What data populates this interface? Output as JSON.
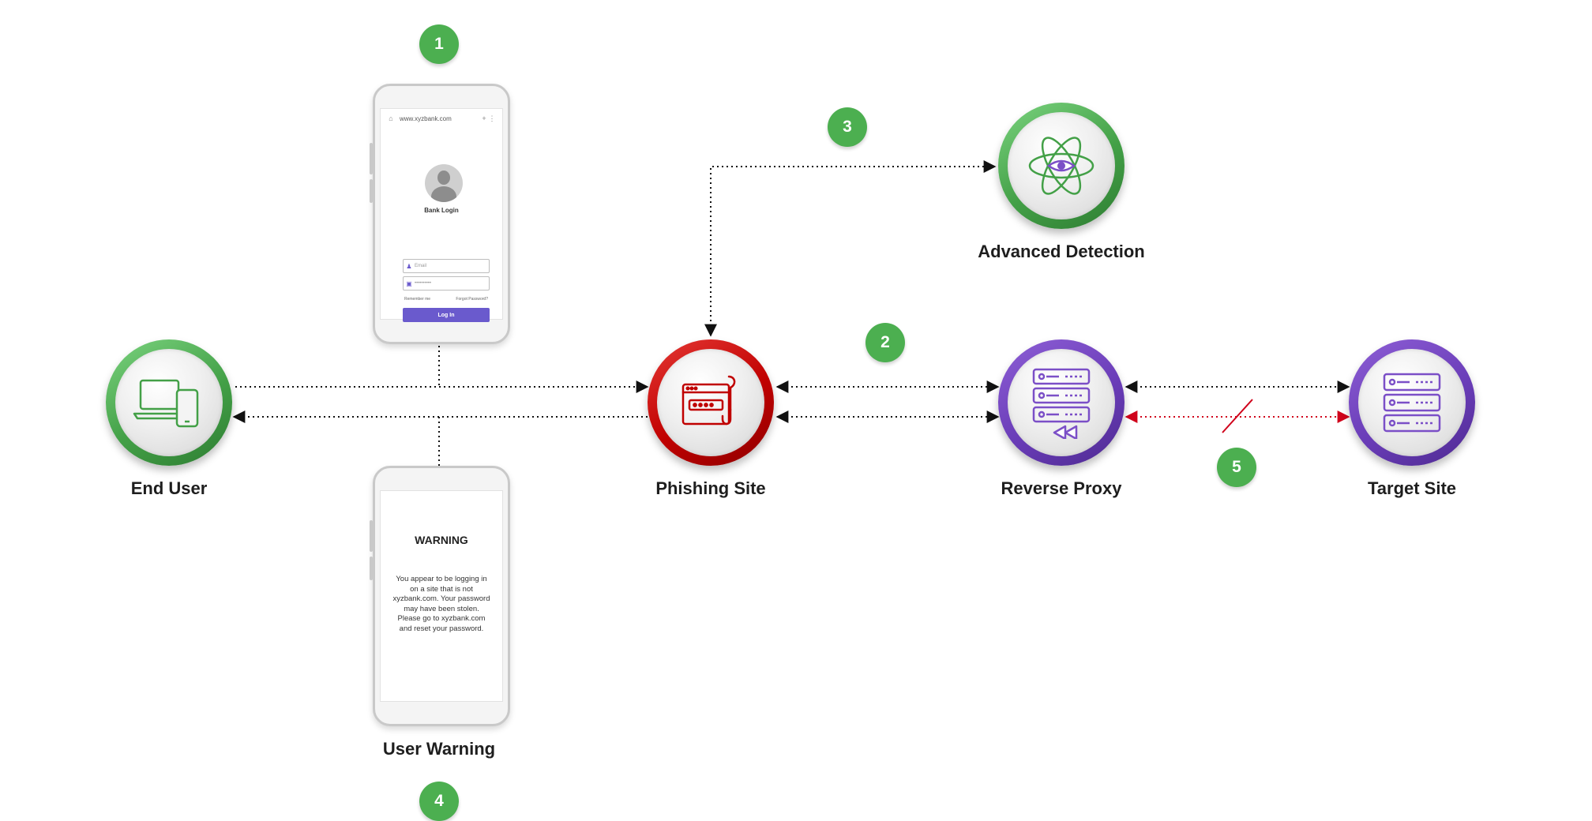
{
  "steps": [
    "1",
    "2",
    "3",
    "4",
    "5"
  ],
  "nodes": {
    "end_user": "End User",
    "phishing_site": "Phishing Site",
    "advanced_detection": "Advanced Detection",
    "reverse_proxy": "Reverse Proxy",
    "target_site": "Target Site",
    "user_warning": "User Warning"
  },
  "login_phone": {
    "url": "www.xyzbank.com",
    "title": "Bank Login",
    "email_placeholder": "Email",
    "password_placeholder": "••••••••••",
    "remember_me": "Remember me",
    "forgot_password": "Forgot Password?",
    "login_button": "Log In"
  },
  "warning_phone": {
    "title": "WARNING",
    "message": "You appear to be logging in on a site that is not xyzbank.com. Your password may have been stolen. Please go to xyzbank.com and reset your password."
  },
  "colors": {
    "green": "#4caf50",
    "red": "#c00000",
    "purple": "#6a3db8",
    "arrow": "#111111",
    "blocked_arrow": "#d0021b"
  },
  "icons": {
    "end_user": "laptop-phone-icon",
    "phishing_site": "phishing-hook-icon",
    "advanced_detection": "atom-eye-icon",
    "reverse_proxy": "server-rewind-icon",
    "target_site": "server-icon"
  }
}
